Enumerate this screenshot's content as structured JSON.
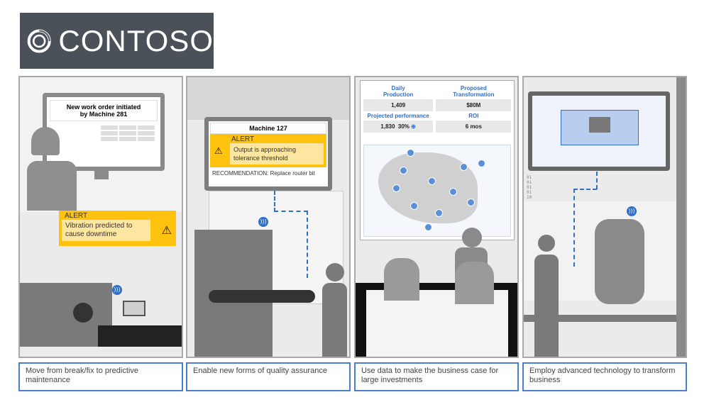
{
  "logo": {
    "text": "CONTOSO"
  },
  "panels": [
    {
      "screen_title": "New work order initiated by Machine 281",
      "alert_title": "ALERT",
      "alert_text": "Vibration predicted to cause downtime",
      "caption": "Move from break/fix to predictive maintenance"
    },
    {
      "screen_title": "Machine 127",
      "alert_title": "ALERT",
      "alert_text": "Output is approaching tolerance threshold",
      "recommendation": "RECOMMENDATION: Replace router bit",
      "caption": "Enable new forms of quality assurance"
    },
    {
      "dashboard": {
        "daily_production_label": "Daily Production",
        "daily_production": "1,409",
        "proposed_label": "Proposed Transformation",
        "proposed": "$80M",
        "projected_label": "Projected performance",
        "projected": "1,830",
        "projected_pct": "30%",
        "roi_label": "ROI",
        "roi": "6 mos"
      },
      "caption": "Use data to make the business case for large investments"
    },
    {
      "binary": "0101010110",
      "caption": "Employ advanced technology to transform business"
    }
  ],
  "colors": {
    "alert": "#ffc20e",
    "accent": "#2f6fc7",
    "logo_bg": "#4a5159"
  },
  "icons": [
    "warning-icon",
    "wifi-icon",
    "arrow-up-icon",
    "map-icon"
  ]
}
